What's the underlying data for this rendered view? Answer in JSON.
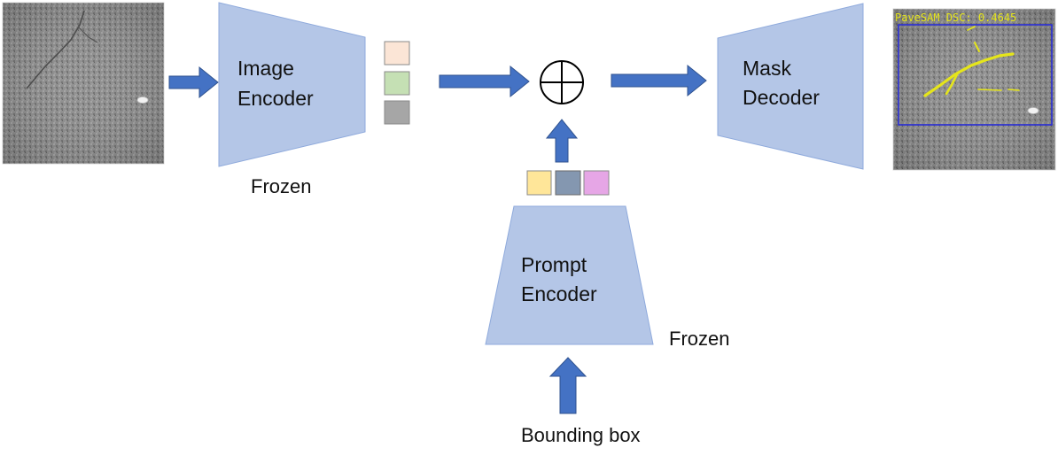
{
  "image_encoder": {
    "line1": "Image",
    "line2": "Encoder",
    "status": "Frozen"
  },
  "mask_decoder": {
    "line1": "Mask",
    "line2": "Decoder"
  },
  "prompt_encoder": {
    "line1": "Prompt",
    "line2": "Encoder",
    "status": "Frozen"
  },
  "prompt_input": {
    "label": "Bounding box"
  },
  "output_image": {
    "caption": "PaveSAM DSC: 0.4645"
  },
  "operator": {
    "symbol": "plus-circle-icon"
  },
  "colors": {
    "block_fill": "#b4c6e7",
    "block_stroke": "#8faadc",
    "arrow": "#4472c4",
    "image_embed": [
      "#fbe5d6",
      "#c5e0b4",
      "#a6a6a6"
    ],
    "prompt_embed": [
      "#ffe699",
      "#8497b0",
      "#e6a6e6"
    ],
    "bbox_stroke": "#2b2fd8",
    "mask": "#e5e51a"
  }
}
